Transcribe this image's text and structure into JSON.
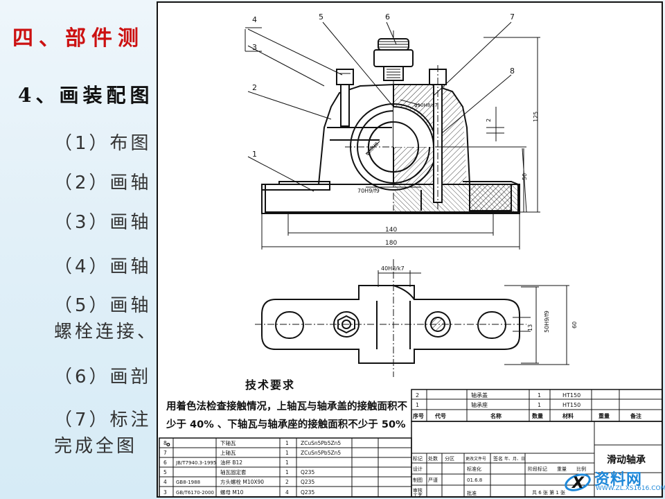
{
  "slide": {
    "heading": "四、部件测",
    "subheading": "4、画装配图",
    "steps": [
      "（1）布图",
      "（2）画轴",
      "（3）画轴",
      "（4）画轴",
      "（5）画轴",
      "螺栓连接、",
      "（6）画剖",
      "（7）标注",
      "完成全图"
    ]
  },
  "drawing": {
    "balloons": [
      "4",
      "3",
      "2",
      "1",
      "5",
      "6",
      "7",
      "8"
    ],
    "dims": {
      "d1": "φ10H8/s7",
      "d2": "φ30H8",
      "d3": "70H9/f9",
      "d4": "2",
      "d5": "125",
      "d6": "50",
      "d7": "140",
      "d8": "180",
      "d9": "40H8/k7",
      "d10": "13",
      "d11": "50H9/f9",
      "d12": "60"
    },
    "tech_title": "技术要求",
    "tech_text": "用着色法检查接触情况，上轴瓦与轴承盖的接触面积不少于 40% 、下轴瓦与轴承座的接触面积不少于 50% 。",
    "bom": {
      "rows": [
        {
          "no": "8",
          "code": "",
          "name": "下轴瓦",
          "qty": "1",
          "mat": "ZCuSn5Pb5Zn5"
        },
        {
          "no": "7",
          "code": "",
          "name": "上轴瓦",
          "qty": "1",
          "mat": "ZCuSn5Pb5Zn5"
        },
        {
          "no": "6",
          "code": "JB/T7940.3-1995",
          "name": "油杯 B12",
          "qty": "1",
          "mat": ""
        },
        {
          "no": "5",
          "code": "",
          "name": "轴瓦固定套",
          "qty": "1",
          "mat": "Q235"
        },
        {
          "no": "4",
          "code": "GB8-1988",
          "name": "方头螺栓 M10X90",
          "qty": "2",
          "mat": "Q235"
        },
        {
          "no": "3",
          "code": "GB/T6170-2000",
          "name": "螺母 M10",
          "qty": "4",
          "mat": "Q235"
        }
      ],
      "upper_rows": [
        {
          "no": "2",
          "name": "轴承盖",
          "qty": "1",
          "mat": "HT150"
        },
        {
          "no": "1",
          "name": "轴承座",
          "qty": "1",
          "mat": "HT150"
        }
      ],
      "headers": [
        "序号",
        "代号",
        "名称",
        "数量",
        "材料",
        "重量",
        "备注"
      ]
    },
    "title_block": {
      "title": "滑动轴承",
      "labels": [
        "标记",
        "处数",
        "分区",
        "更改文件号",
        "签名",
        "年、月、日",
        "设计",
        "标准化",
        "制图",
        "审核",
        "工艺",
        "批准",
        "阶段标记",
        "重量",
        "比例"
      ],
      "draw_person": "严谨",
      "draw_date": "01.6.8",
      "sheet": "共 6 张 第 1 张"
    }
  },
  "watermark": {
    "text": "资料网",
    "url": "WWW.ZL.XS1616.COM"
  },
  "colors": {
    "heading": "#cc1111",
    "watermark": "#1e88d9",
    "background": "#e2f0f8"
  }
}
